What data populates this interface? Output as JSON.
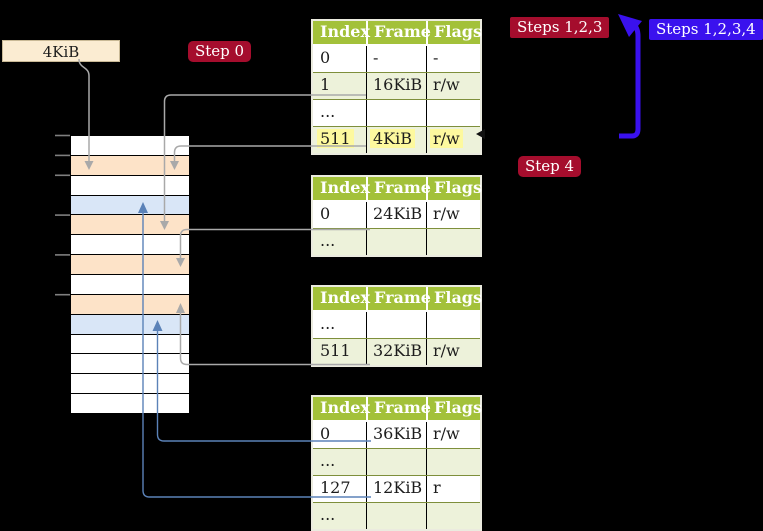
{
  "frame_label": "4KiB",
  "badges": {
    "step0": "Step 0",
    "steps123": "Steps 1,2,3",
    "steps1234": "Steps 1,2,3,4",
    "step4": "Step 4"
  },
  "table_headers": [
    "Index",
    "Frame",
    "Flags"
  ],
  "tables": {
    "t1": {
      "rows": [
        {
          "cells": [
            "0",
            "-",
            "-"
          ]
        },
        {
          "cells": [
            "1",
            "16KiB",
            "r/w"
          ]
        },
        {
          "cells": [
            "...",
            "",
            ""
          ]
        },
        {
          "cells": [
            "511",
            "4KiB",
            "r/w"
          ],
          "highlight": true
        }
      ]
    },
    "t2": {
      "rows": [
        {
          "cells": [
            "0",
            "24KiB",
            "r/w"
          ]
        },
        {
          "cells": [
            "...",
            "",
            ""
          ]
        }
      ]
    },
    "t3": {
      "rows": [
        {
          "cells": [
            "...",
            "",
            ""
          ]
        },
        {
          "cells": [
            "511",
            "32KiB",
            "r/w"
          ]
        }
      ]
    },
    "t4": {
      "rows": [
        {
          "cells": [
            "0",
            "36KiB",
            "r/w"
          ]
        },
        {
          "cells": [
            "...",
            "",
            ""
          ]
        },
        {
          "cells": [
            "127",
            "12KiB",
            "r"
          ]
        },
        {
          "cells": [
            "...",
            "",
            ""
          ]
        }
      ]
    }
  },
  "memory": {
    "rows": [
      "white",
      "orange",
      "white",
      "blue",
      "orange",
      "white",
      "orange",
      "white",
      "orange",
      "blue",
      "white",
      "white",
      "white",
      "white"
    ]
  },
  "colors": {
    "header_green": "#a3c13a",
    "row_green": "#edf2da",
    "highlight_yellow": "#fdf99e",
    "frame_orange": "#fde3c8",
    "page_blue": "#d9e6f7",
    "badge_red": "#a50d2d",
    "badge_blue": "#3a11ee",
    "recursive_arrow_blue": "#3a11ee",
    "pointer_gray": "#a9a9a9",
    "pointer_steel_blue": "#5b82b8",
    "label_cream": "#fbecd2"
  }
}
